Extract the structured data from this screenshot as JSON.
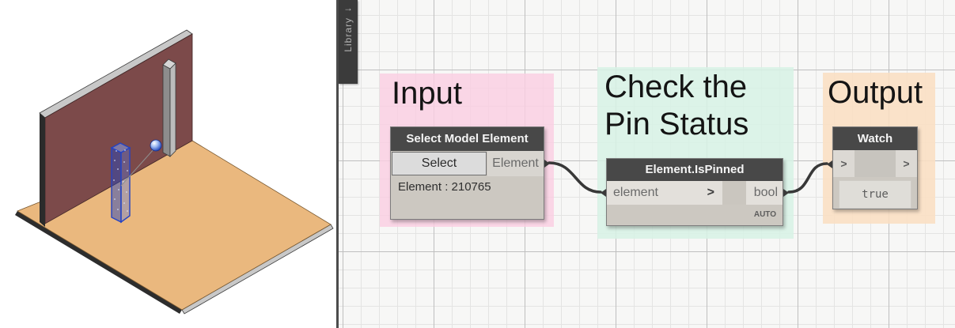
{
  "library_tab": {
    "label": "Library",
    "arrow": "→"
  },
  "groups": [
    {
      "id": "input",
      "title": "Input"
    },
    {
      "id": "check",
      "title": "Check the Pin Status"
    },
    {
      "id": "output",
      "title": "Output"
    }
  ],
  "nodes": {
    "select_model_element": {
      "title": "Select Model Element",
      "button_label": "Select",
      "output_port": "Element",
      "value_text": "Element : 210765"
    },
    "element_is_pinned": {
      "title": "Element.IsPinned",
      "input_port": "element",
      "input_chevron": ">",
      "output_port": "bool",
      "lacing_label": "AUTO"
    },
    "watch": {
      "title": "Watch",
      "input_port": ">",
      "output_port": ">",
      "value": "true"
    }
  },
  "colors": {
    "canvas_bg": "#f7f7f6",
    "grid_minor": "#e4e4e3",
    "grid_major": "#bfbfbf",
    "node_header": "#484848",
    "node_body": "#ccc8c1",
    "port_bg": "#e3e0db",
    "wire": "#383838",
    "group_input": "#facee2",
    "group_check": "#d7f2e5",
    "group_output": "#fbdfc3",
    "wall": "#7c4a4a",
    "floor": "#eab87e",
    "selection_blue": "#2443c4"
  }
}
